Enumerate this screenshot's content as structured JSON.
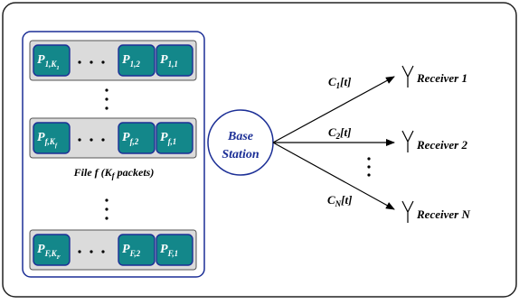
{
  "files": [
    {
      "first": {
        "main": "P",
        "sub": "1,K",
        "subsub": "1"
      },
      "second": {
        "main": "P",
        "sub": "1,2"
      },
      "last": {
        "main": "P",
        "sub": "1,1"
      }
    },
    {
      "first": {
        "main": "P",
        "sub": "f,K",
        "subsub": "f"
      },
      "second": {
        "main": "P",
        "sub": "f,2"
      },
      "last": {
        "main": "P",
        "sub": "f,1"
      }
    },
    {
      "first": {
        "main": "P",
        "sub": "F,K",
        "subsub": "F"
      },
      "second": {
        "main": "P",
        "sub": "F,2"
      },
      "last": {
        "main": "P",
        "sub": "F,1"
      }
    }
  ],
  "file_caption": {
    "prefix": "File f (K",
    "sub": "f",
    "suffix": " packets)"
  },
  "base_station": {
    "line1": "Base",
    "line2": "Station"
  },
  "channels": [
    {
      "main": "C",
      "sub": "1",
      "suffix": "[t]"
    },
    {
      "main": "C",
      "sub": "2",
      "suffix": "[t]"
    },
    {
      "main": "C",
      "sub": "N",
      "suffix": "[t]"
    }
  ],
  "receivers": [
    "Receiver 1",
    "Receiver 2",
    "Receiver N"
  ],
  "colors": {
    "packet_fill": "#13878a",
    "packet_border": "#1c2f96",
    "row_fill": "#dbdbdb",
    "library_border": "#1c2f96",
    "station_text": "#1c2f96",
    "frame_border": "#222222"
  }
}
